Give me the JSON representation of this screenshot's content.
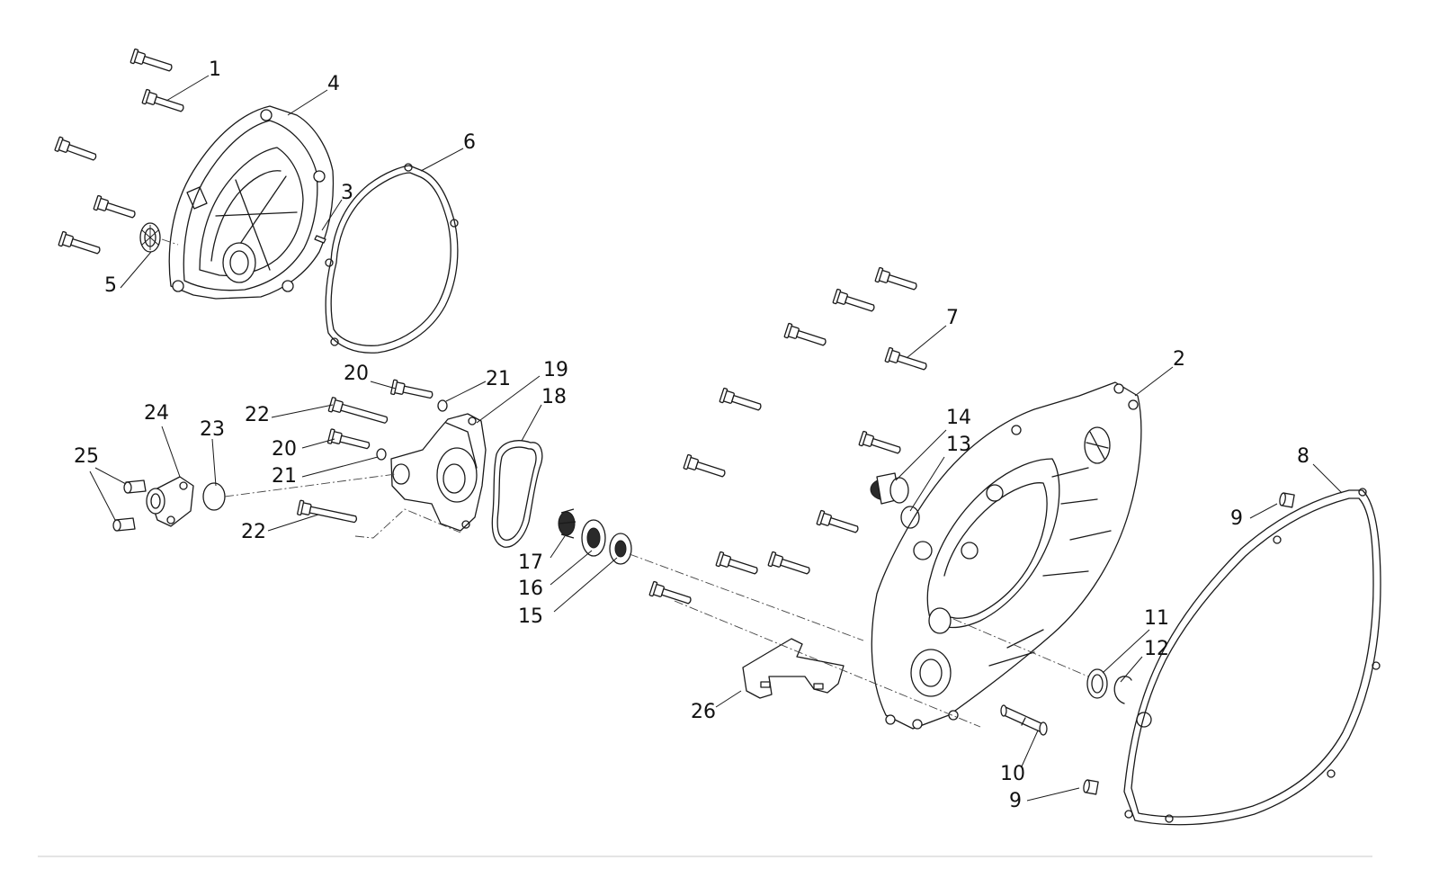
{
  "callouts": [
    {
      "id": "c1",
      "text": "1"
    },
    {
      "id": "c2",
      "text": "2"
    },
    {
      "id": "c3",
      "text": "3"
    },
    {
      "id": "c4",
      "text": "4"
    },
    {
      "id": "c5",
      "text": "5"
    },
    {
      "id": "c6",
      "text": "6"
    },
    {
      "id": "c7",
      "text": "7"
    },
    {
      "id": "c8",
      "text": "8"
    },
    {
      "id": "c9a",
      "text": "9"
    },
    {
      "id": "c9b",
      "text": "9"
    },
    {
      "id": "c10",
      "text": "10"
    },
    {
      "id": "c11",
      "text": "11"
    },
    {
      "id": "c12",
      "text": "12"
    },
    {
      "id": "c13",
      "text": "13"
    },
    {
      "id": "c14",
      "text": "14"
    },
    {
      "id": "c15",
      "text": "15"
    },
    {
      "id": "c16",
      "text": "16"
    },
    {
      "id": "c17",
      "text": "17"
    },
    {
      "id": "c18",
      "text": "18"
    },
    {
      "id": "c19",
      "text": "19"
    },
    {
      "id": "c20a",
      "text": "20"
    },
    {
      "id": "c20b",
      "text": "20"
    },
    {
      "id": "c21a",
      "text": "21"
    },
    {
      "id": "c21b",
      "text": "21"
    },
    {
      "id": "c22a",
      "text": "22"
    },
    {
      "id": "c22b",
      "text": "22"
    },
    {
      "id": "c23",
      "text": "23"
    },
    {
      "id": "c24",
      "text": "24"
    },
    {
      "id": "c25",
      "text": "25"
    },
    {
      "id": "c26",
      "text": "26"
    }
  ],
  "colors": {
    "line": "#1a1a1a",
    "background": "#ffffff",
    "divider": "#c8c8c8"
  }
}
